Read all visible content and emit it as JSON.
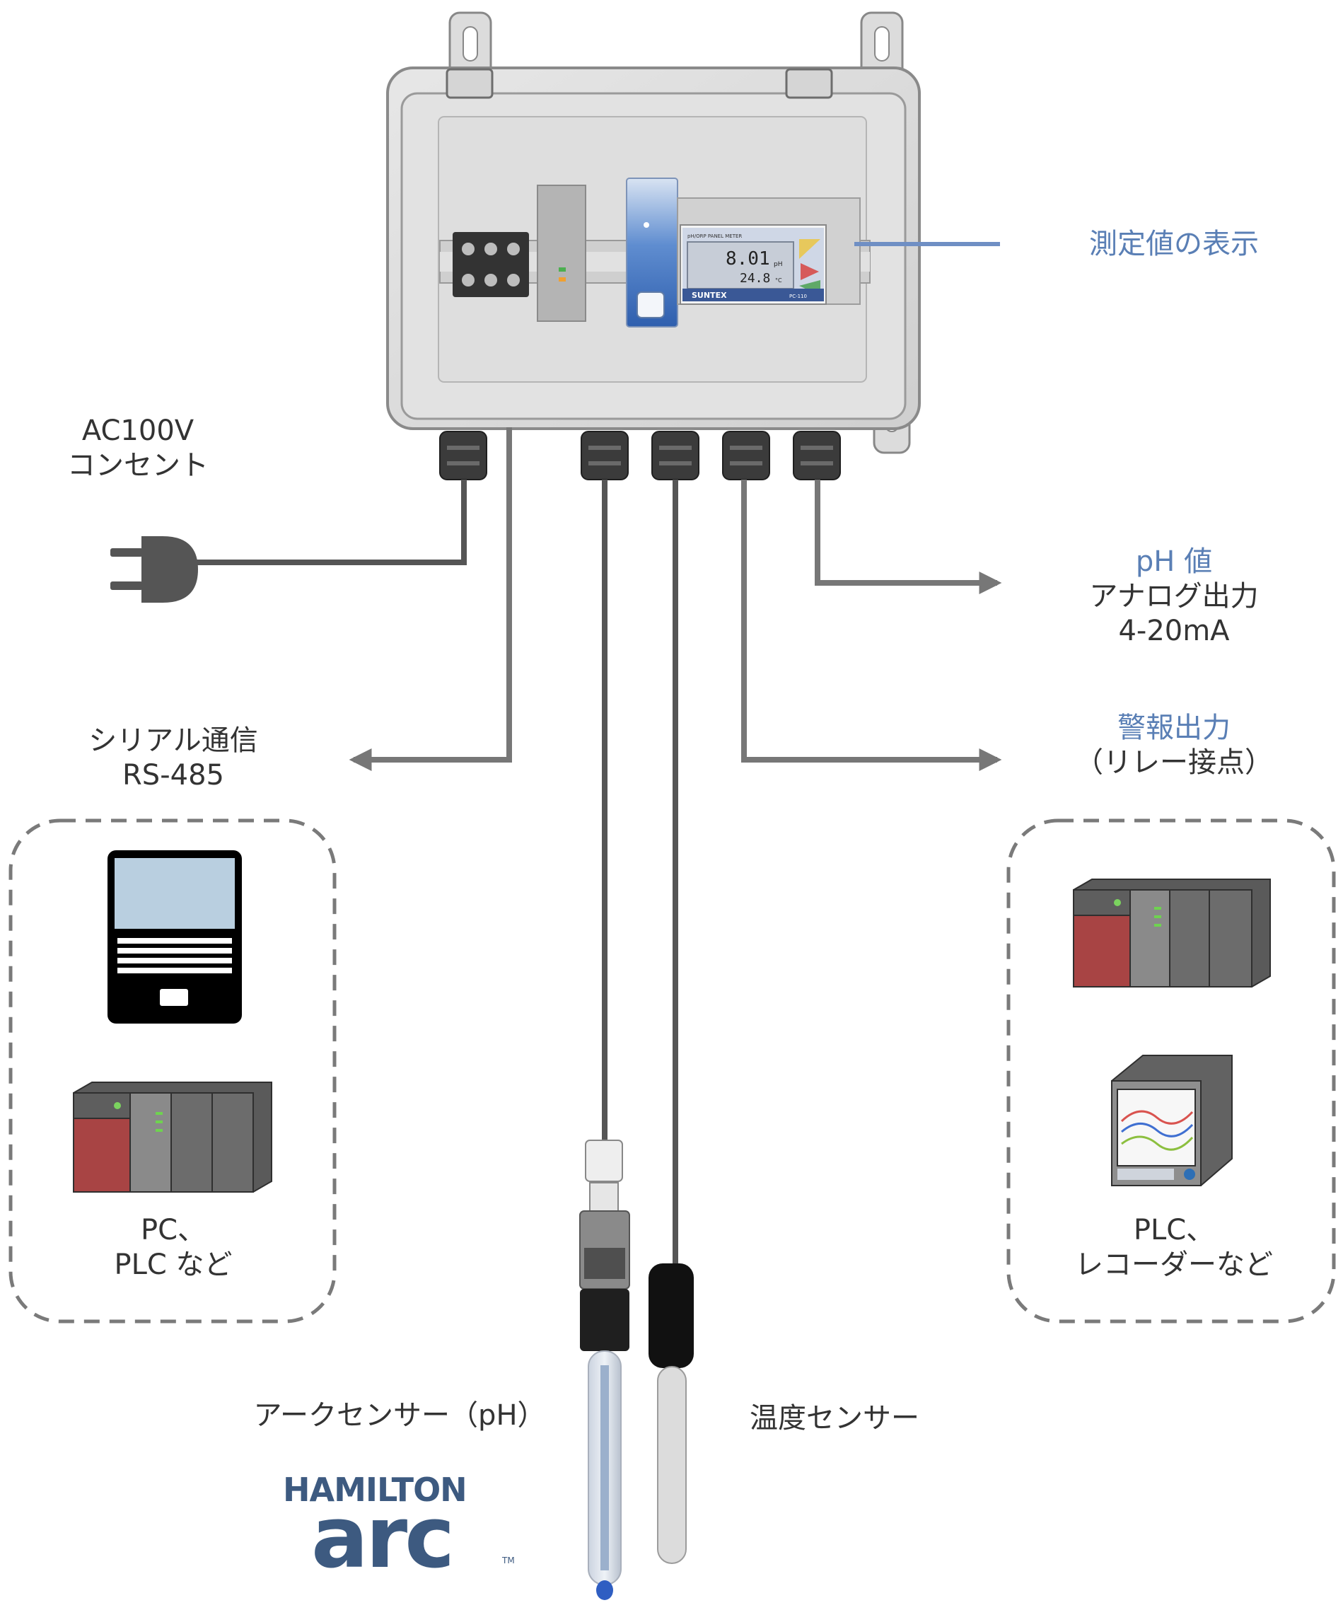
{
  "labels": {
    "display": "測定値の表示",
    "power": [
      "AC100V",
      "コンセント"
    ],
    "ph_value": "pH 値",
    "analog_output": "アナログ出力",
    "analog_range": "4-20mA",
    "alarm_output": "警報出力",
    "relay_contact": "（リレー接点）",
    "serial_comm": [
      "シリアル通信",
      "RS-485"
    ],
    "left_devices": [
      "PC、",
      "PLC など"
    ],
    "right_devices": [
      "PLC、",
      "レコーダーなど"
    ],
    "ph_sensor": "アークセンサー（pH）",
    "temp_sensor": "温度センサー"
  },
  "meter": {
    "header": "pH/ORP PANEL METER",
    "ph_reading": "8.01",
    "ph_unit": "pH",
    "temp_reading": "24.8",
    "temp_unit": "°C",
    "brand": "SUNTEX",
    "model": "PC-110"
  },
  "logo": {
    "company": "HAMILTON",
    "product": "arc",
    "trademark": "TM"
  },
  "colors": {
    "accent_text": "#5a7fb5",
    "cable": "#555555",
    "arrow": "#777777",
    "plc_red": "#a84444",
    "plc_gray": "#6c6c6c",
    "logo_navy": "#3d5a80"
  }
}
